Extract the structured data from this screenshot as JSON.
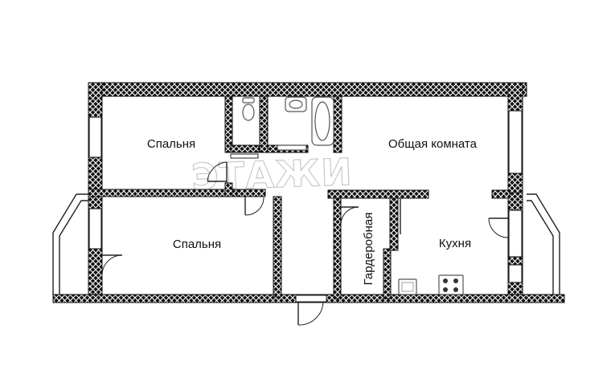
{
  "rooms": {
    "bedroom_top": "Спальня",
    "bedroom_bottom": "Спальня",
    "living_room": "Общая комната",
    "kitchen": "Кухня",
    "wardrobe": "Гардеробная"
  },
  "watermark": "ЭТАЖИ",
  "icons": {
    "toilet": "toilet-icon",
    "sink": "sink-icon",
    "bathtub": "bathtub-icon",
    "stove": "stove-icon",
    "kitchen_sink": "kitchen-sink-icon"
  },
  "colors": {
    "wall": "#111111",
    "background": "#ffffff",
    "watermark": "#c9c9c9"
  }
}
